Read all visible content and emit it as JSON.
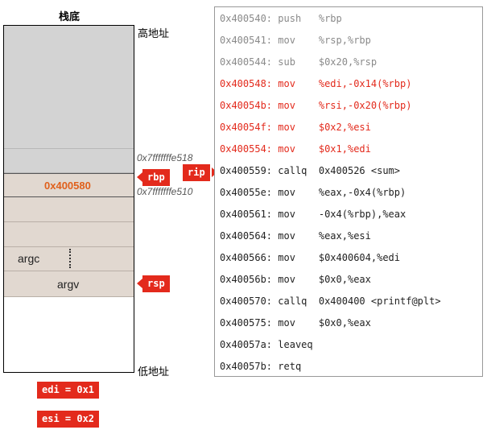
{
  "stack": {
    "title": "栈底",
    "high_label": "高地址",
    "low_label": "低地址",
    "rbp_value": "0x400580",
    "argc_label": "argc",
    "argv_label": "argv",
    "addr_upper": "0x7fffffffe518",
    "addr_lower": "0x7fffffffe510"
  },
  "pointers": {
    "rbp": "rbp",
    "rsp": "rsp",
    "rip": "rip"
  },
  "registers": {
    "edi": "edi = 0x1",
    "esi": "esi = 0x2"
  },
  "code": {
    "lines": [
      {
        "addr": "0x400540:",
        "op": "push  ",
        "args": "%rbp",
        "state": "executed"
      },
      {
        "addr": "0x400541:",
        "op": "mov   ",
        "args": "%rsp,%rbp",
        "state": "executed"
      },
      {
        "addr": "0x400544:",
        "op": "sub   ",
        "args": "$0x20,%rsp",
        "state": "executed"
      },
      {
        "addr": "0x400548:",
        "op": "mov   ",
        "args": "%edi,-0x14(%rbp)",
        "state": "highlight"
      },
      {
        "addr": "0x40054b:",
        "op": "mov   ",
        "args": "%rsi,-0x20(%rbp)",
        "state": "highlight"
      },
      {
        "addr": "0x40054f:",
        "op": "mov   ",
        "args": "$0x2,%esi",
        "state": "highlight"
      },
      {
        "addr": "0x400554:",
        "op": "mov   ",
        "args": "$0x1,%edi",
        "state": "highlight"
      },
      {
        "addr": "0x400559:",
        "op": "callq ",
        "args": "0x400526 <sum>",
        "state": "pending"
      },
      {
        "addr": "0x40055e:",
        "op": "mov   ",
        "args": "%eax,-0x4(%rbp)",
        "state": "pending"
      },
      {
        "addr": "0x400561:",
        "op": "mov   ",
        "args": "-0x4(%rbp),%eax",
        "state": "pending"
      },
      {
        "addr": "0x400564:",
        "op": "mov   ",
        "args": "%eax,%esi",
        "state": "pending"
      },
      {
        "addr": "0x400566:",
        "op": "mov   ",
        "args": "$0x400604,%edi",
        "state": "pending"
      },
      {
        "addr": "0x40056b:",
        "op": "mov   ",
        "args": "$0x0,%eax",
        "state": "pending"
      },
      {
        "addr": "0x400570:",
        "op": "callq ",
        "args": "0x400400 <printf@plt>",
        "state": "pending"
      },
      {
        "addr": "0x400575:",
        "op": "mov   ",
        "args": "$0x0,%eax",
        "state": "pending"
      },
      {
        "addr": "0x40057a:",
        "op": "leaveq",
        "args": "",
        "state": "pending"
      },
      {
        "addr": "0x40057b:",
        "op": "retq  ",
        "args": "",
        "state": "pending"
      }
    ]
  },
  "colors": {
    "highlight": "#e32a1c",
    "executed": "#8a8a8a",
    "pending": "#222222",
    "rbp_value": "#e0601c"
  }
}
